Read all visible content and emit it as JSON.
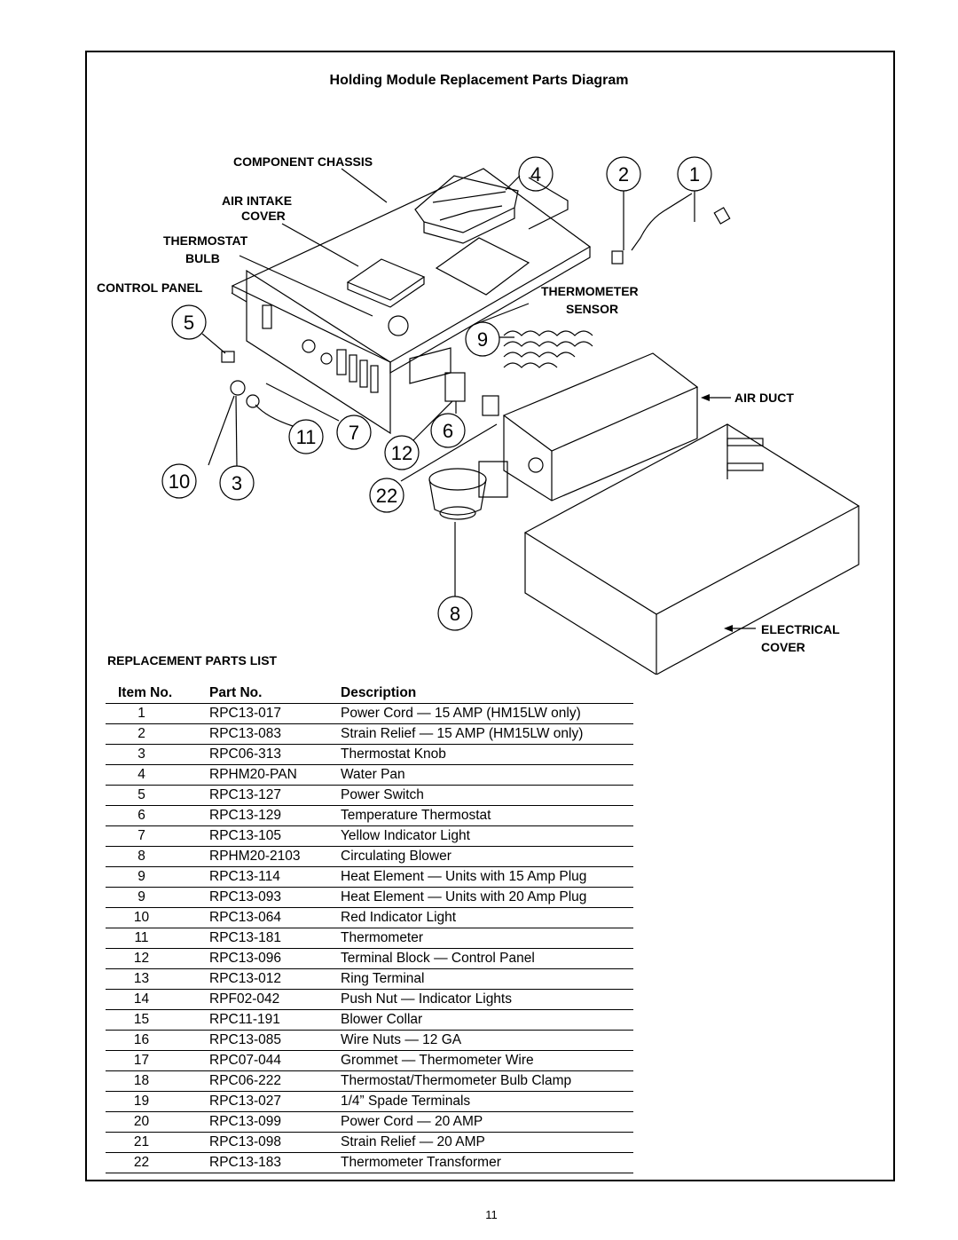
{
  "title": "Holding Module Replacement Parts Diagram",
  "diagram": {
    "labels": {
      "component_chassis": "COMPONENT CHASSIS",
      "air_intake_1": "AIR INTAKE",
      "air_intake_2": "COVER",
      "thermostat_1": "THERMOSTAT",
      "thermostat_2": "BULB",
      "control_panel": "CONTROL PANEL",
      "thermometer_1": "THERMOMETER",
      "thermometer_2": "SENSOR",
      "air_duct": "AIR DUCT",
      "electrical_1": "ELECTRICAL",
      "electrical_2": "COVER"
    },
    "callouts": {
      "c4": "4",
      "c2": "2",
      "c1": "1",
      "c5": "5",
      "c9": "9",
      "c11": "11",
      "c7": "7",
      "c6": "6",
      "c12": "12",
      "c10": "10",
      "c3": "3",
      "c22": "22",
      "c8": "8"
    }
  },
  "parts_list": {
    "heading": "REPLACEMENT PARTS LIST",
    "columns": [
      "Item No.",
      "Part No.",
      "Description"
    ],
    "rows": [
      [
        "1",
        "RPC13-017",
        "Power Cord — 15 AMP (HM15LW only)"
      ],
      [
        "2",
        "RPC13-083",
        "Strain Relief — 15 AMP (HM15LW only)"
      ],
      [
        "3",
        "RPC06-313",
        "Thermostat Knob"
      ],
      [
        "4",
        "RPHM20-PAN",
        "Water Pan"
      ],
      [
        "5",
        "RPC13-127",
        "Power Switch"
      ],
      [
        "6",
        "RPC13-129",
        "Temperature Thermostat"
      ],
      [
        "7",
        "RPC13-105",
        "Yellow Indicator Light"
      ],
      [
        "8",
        "RPHM20-2103",
        "Circulating Blower"
      ],
      [
        "9",
        "RPC13-114",
        "Heat Element — Units with 15 Amp Plug"
      ],
      [
        "9",
        "RPC13-093",
        "Heat Element — Units with 20 Amp Plug"
      ],
      [
        "10",
        "RPC13-064",
        "Red Indicator Light"
      ],
      [
        "11",
        "RPC13-181",
        "Thermometer"
      ],
      [
        "12",
        "RPC13-096",
        "Terminal Block — Control Panel"
      ],
      [
        "13",
        "RPC13-012",
        "Ring Terminal"
      ],
      [
        "14",
        "RPF02-042",
        "Push Nut — Indicator Lights"
      ],
      [
        "15",
        "RPC11-191",
        "Blower Collar"
      ],
      [
        "16",
        "RPC13-085",
        "Wire Nuts — 12 GA"
      ],
      [
        "17",
        "RPC07-044",
        "Grommet — Thermometer Wire"
      ],
      [
        "18",
        "RPC06-222",
        "Thermostat/Thermometer Bulb Clamp"
      ],
      [
        "19",
        "RPC13-027",
        "1/4” Spade Terminals"
      ],
      [
        "20",
        "RPC13-099",
        "Power Cord — 20 AMP"
      ],
      [
        "21",
        "RPC13-098",
        "Strain Relief — 20 AMP"
      ],
      [
        "22",
        "RPC13-183",
        "Thermometer Transformer"
      ]
    ]
  },
  "page_number": "11"
}
